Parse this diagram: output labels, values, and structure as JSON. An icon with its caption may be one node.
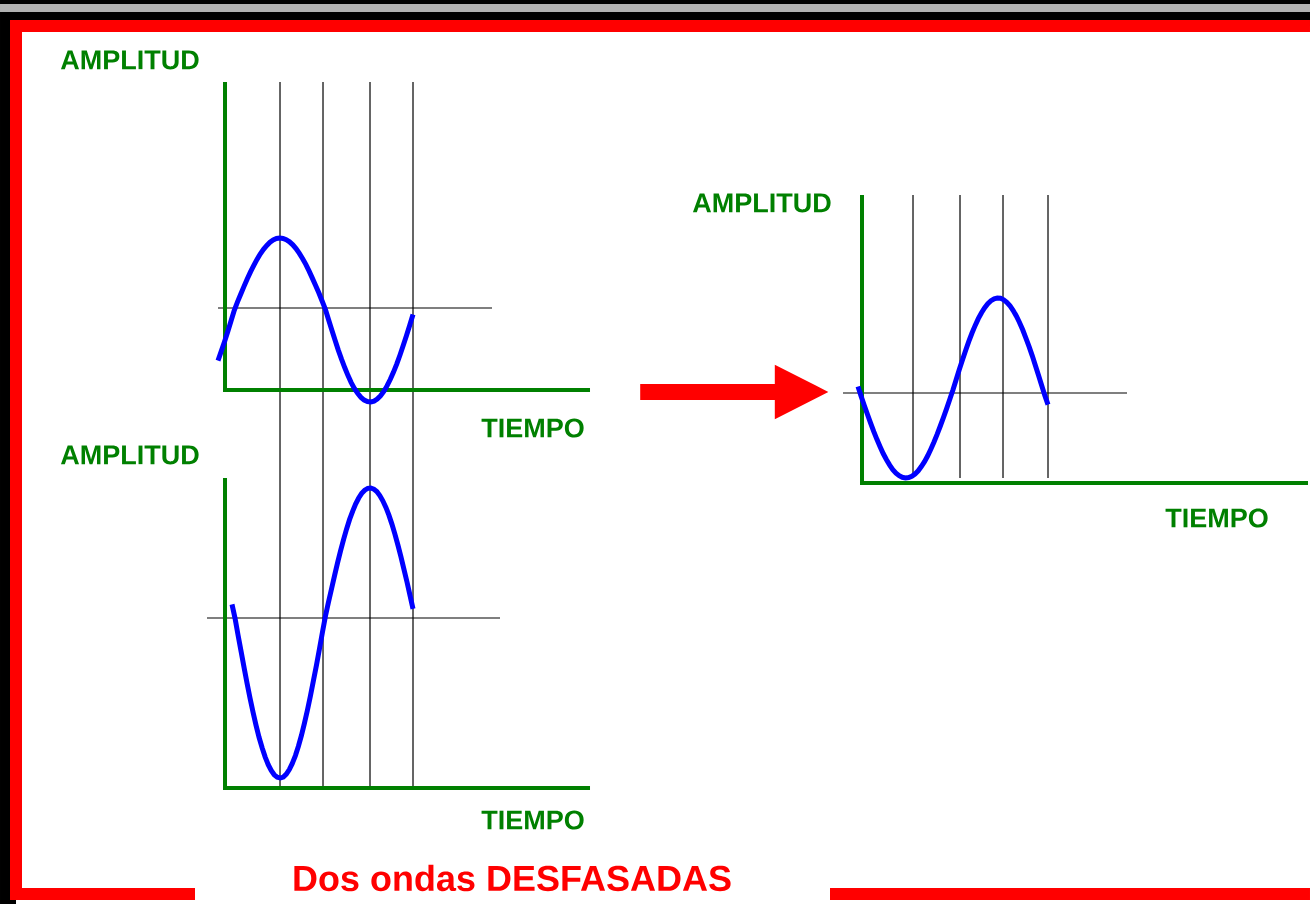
{
  "diagram": {
    "caption": "Dos ondas DESFASADAS",
    "nodes": [
      {
        "text": [],
        "shape": "picture"
      },
      {
        "text": [],
        "shape": "picture"
      }
    ],
    "edges": [
      {
        "from": 0,
        "to": 1,
        "arrow": "to",
        "color": "#ff0000"
      }
    ],
    "labels": [
      "AMPLITUD",
      "AMPLITUD",
      "TIEMPO",
      "AMPLITUD",
      "TIEMPO",
      "TIEMPO"
    ]
  }
}
